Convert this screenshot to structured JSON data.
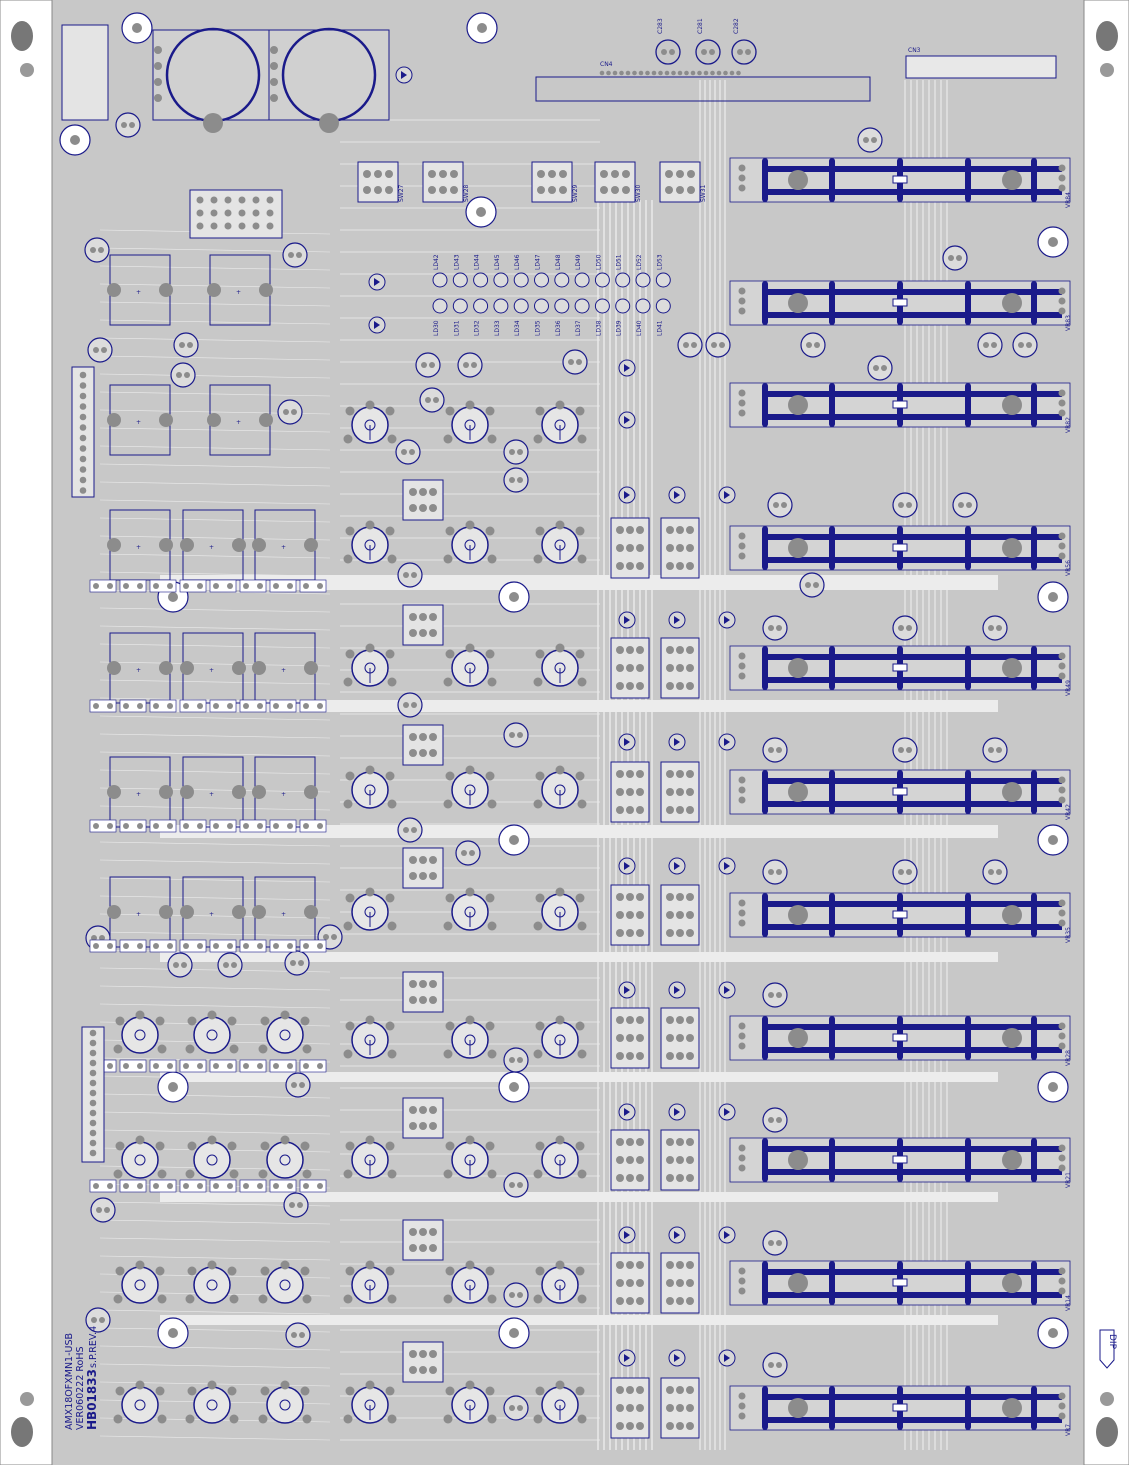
{
  "board": {
    "signature_line1": "AMX18OFXMN1-USB",
    "signature_line2": "VER060222  RoHS",
    "signature_line3": "HB01833",
    "signature_rev": "s.P.REV.4",
    "dip_marker": "DIP"
  },
  "top_labels": {
    "cn1": "CN4",
    "cn2": "CN3",
    "caps": [
      "C283",
      "C281",
      "C282"
    ]
  },
  "faders": [
    "VR84",
    "VR83",
    "VR82",
    "VR56",
    "VR49",
    "VR42",
    "VR35",
    "VR28",
    "VR21",
    "VR14",
    "VR7"
  ],
  "switches_small": [
    "SW27",
    "SW28",
    "SW29",
    "SW30",
    "SW31"
  ],
  "led_rows": {
    "upper": [
      "LD42",
      "LD43",
      "LD44",
      "LD45",
      "LD46",
      "LD47",
      "LD48",
      "LD49",
      "LD50",
      "LD51",
      "LD52",
      "LD53"
    ],
    "lower": [
      "LD30",
      "LD31",
      "LD32",
      "LD33",
      "LD34",
      "LD35",
      "LD36",
      "LD37",
      "LD38",
      "LD39",
      "LD40",
      "LD41"
    ]
  },
  "colors": {
    "board": "#c8c8c8",
    "copper": "#ececec",
    "pad": "#8c8c8c",
    "silk": "#1a1a8a",
    "fader_bar": "#1a1a8a"
  }
}
